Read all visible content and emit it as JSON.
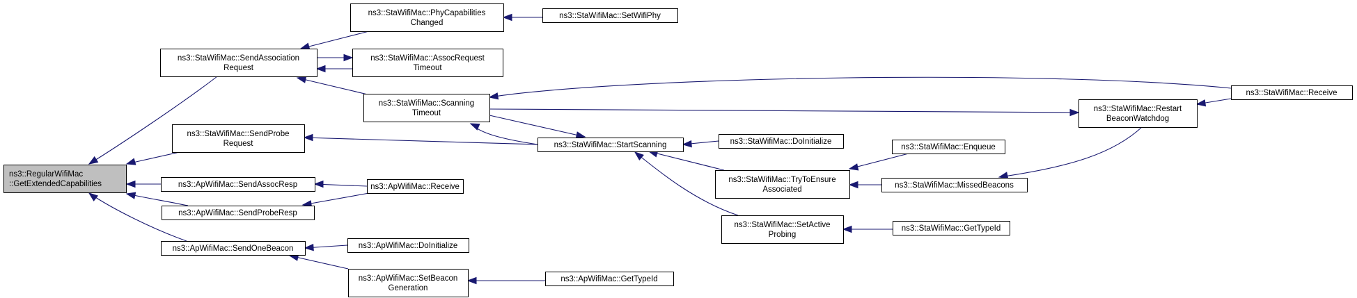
{
  "diagram": {
    "title": "Caller graph of ns3::RegularWifiMac::GetExtendedCapabilities",
    "colors": {
      "edge": "#191970",
      "root_fill": "#bfbfbf",
      "node_fill": "#ffffff",
      "node_border": "#000000"
    },
    "nodes": [
      {
        "id": "root",
        "lines": [
          "ns3::RegularWifiMac",
          "::GetExtendedCapabilities"
        ],
        "root": true
      },
      {
        "id": "sendAssocReq",
        "lines": [
          "ns3::StaWifiMac::SendAssociation",
          "Request"
        ]
      },
      {
        "id": "phyCapChanged",
        "lines": [
          "ns3::StaWifiMac::PhyCapabilities",
          "Changed"
        ]
      },
      {
        "id": "setWifiPhy",
        "lines": [
          "ns3::StaWifiMac::SetWifiPhy"
        ]
      },
      {
        "id": "assocReqTimeout",
        "lines": [
          "ns3::StaWifiMac::AssocRequest",
          "Timeout"
        ]
      },
      {
        "id": "scanningTimeout",
        "lines": [
          "ns3::StaWifiMac::Scanning",
          "Timeout"
        ]
      },
      {
        "id": "sendProbeReq",
        "lines": [
          "ns3::StaWifiMac::SendProbe",
          "Request"
        ]
      },
      {
        "id": "startScanning",
        "lines": [
          "ns3::StaWifiMac::StartScanning"
        ]
      },
      {
        "id": "sendAssocResp",
        "lines": [
          "ns3::ApWifiMac::SendAssocResp"
        ]
      },
      {
        "id": "apReceive",
        "lines": [
          "ns3::ApWifiMac::Receive"
        ]
      },
      {
        "id": "sendProbeResp",
        "lines": [
          "ns3::ApWifiMac::SendProbeResp"
        ]
      },
      {
        "id": "sendOneBeacon",
        "lines": [
          "ns3::ApWifiMac::SendOneBeacon"
        ]
      },
      {
        "id": "apDoInit",
        "lines": [
          "ns3::ApWifiMac::DoInitialize"
        ]
      },
      {
        "id": "setBeaconGen",
        "lines": [
          "ns3::ApWifiMac::SetBeacon",
          "Generation"
        ]
      },
      {
        "id": "apGetTypeId",
        "lines": [
          "ns3::ApWifiMac::GetTypeId"
        ]
      },
      {
        "id": "staDoInit",
        "lines": [
          "ns3::StaWifiMac::DoInitialize"
        ]
      },
      {
        "id": "staEnqueue",
        "lines": [
          "ns3::StaWifiMac::Enqueue"
        ]
      },
      {
        "id": "tryEnsure",
        "lines": [
          "ns3::StaWifiMac::TryToEnsure",
          "Associated"
        ]
      },
      {
        "id": "missedBeacons",
        "lines": [
          "ns3::StaWifiMac::MissedBeacons"
        ]
      },
      {
        "id": "setActiveProbing",
        "lines": [
          "ns3::StaWifiMac::SetActive",
          "Probing"
        ]
      },
      {
        "id": "staGetTypeId",
        "lines": [
          "ns3::StaWifiMac::GetTypeId"
        ]
      },
      {
        "id": "restartBeacon",
        "lines": [
          "ns3::StaWifiMac::Restart",
          "BeaconWatchdog"
        ]
      },
      {
        "id": "staReceive",
        "lines": [
          "ns3::StaWifiMac::Receive"
        ]
      }
    ],
    "edges": [
      {
        "from": "sendAssocReq",
        "to": "root"
      },
      {
        "from": "sendProbeReq",
        "to": "root"
      },
      {
        "from": "sendAssocResp",
        "to": "root"
      },
      {
        "from": "sendProbeResp",
        "to": "root"
      },
      {
        "from": "sendOneBeacon",
        "to": "root"
      },
      {
        "from": "phyCapChanged",
        "to": "sendAssocReq"
      },
      {
        "from": "setWifiPhy",
        "to": "phyCapChanged"
      },
      {
        "from": "sendAssocReq",
        "to": "assocReqTimeout"
      },
      {
        "from": "assocReqTimeout",
        "to": "sendAssocReq"
      },
      {
        "from": "scanningTimeout",
        "to": "sendAssocReq"
      },
      {
        "from": "staReceive",
        "to": "scanningTimeout"
      },
      {
        "from": "scanningTimeout",
        "to": "restartBeacon"
      },
      {
        "from": "scanningTimeout",
        "to": "startScanning"
      },
      {
        "from": "startScanning",
        "to": "scanningTimeout"
      },
      {
        "from": "startScanning",
        "to": "sendProbeReq"
      },
      {
        "from": "staDoInit",
        "to": "startScanning"
      },
      {
        "from": "tryEnsure",
        "to": "startScanning"
      },
      {
        "from": "setActiveProbing",
        "to": "startScanning"
      },
      {
        "from": "staEnqueue",
        "to": "tryEnsure"
      },
      {
        "from": "missedBeacons",
        "to": "tryEnsure"
      },
      {
        "from": "restartBeacon",
        "to": "missedBeacons"
      },
      {
        "from": "staReceive",
        "to": "restartBeacon"
      },
      {
        "from": "staGetTypeId",
        "to": "setActiveProbing"
      },
      {
        "from": "apReceive",
        "to": "sendAssocResp"
      },
      {
        "from": "apReceive",
        "to": "sendProbeResp"
      },
      {
        "from": "apDoInit",
        "to": "sendOneBeacon"
      },
      {
        "from": "setBeaconGen",
        "to": "sendOneBeacon"
      },
      {
        "from": "apGetTypeId",
        "to": "setBeaconGen"
      }
    ]
  }
}
